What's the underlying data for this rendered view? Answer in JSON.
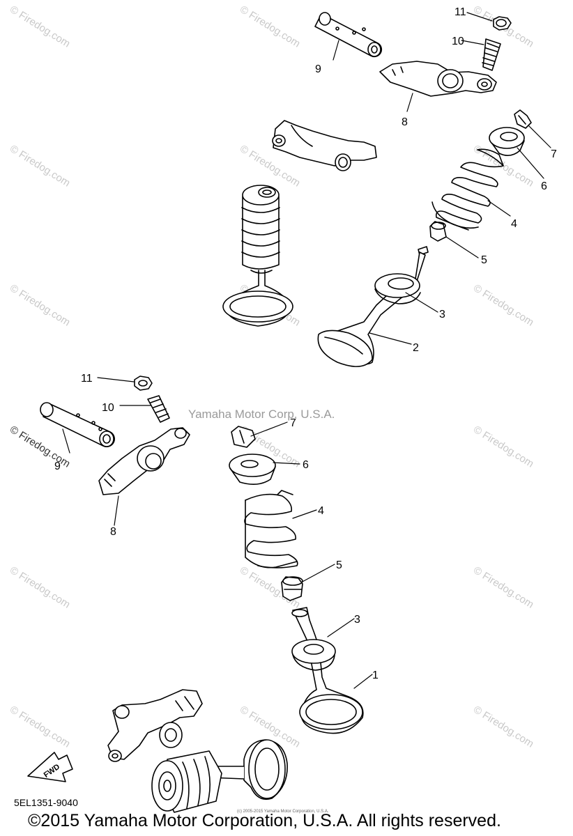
{
  "watermark": {
    "text": "© Firedog.com"
  },
  "labels": [
    "11",
    "10",
    "9",
    "8",
    "7",
    "6",
    "4",
    "5",
    "3",
    "2",
    "11",
    "10",
    "9",
    "7",
    "6",
    "8",
    "4",
    "5",
    "3",
    "1"
  ],
  "manufacturer_text": "Yamaha Motor Corp, U.S.A.",
  "fwd_label": "FWD",
  "diagram_code": "5EL1351-9040",
  "tiny_copyright": "(c) 2005-2015 Yamaha Motor Corporation, U.S.A.",
  "copyright": "©2015 Yamaha Motor Corporation, U.S.A. All rights reserved."
}
